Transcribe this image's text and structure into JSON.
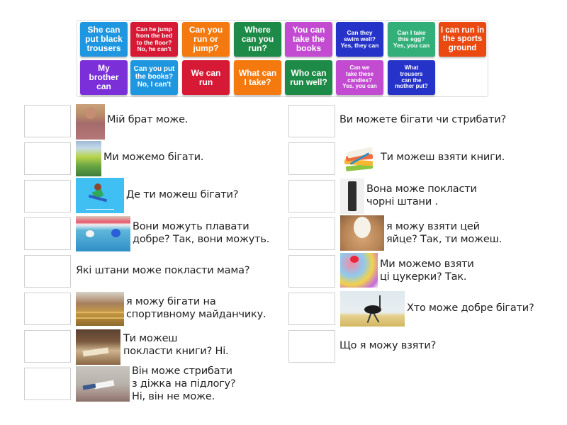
{
  "tiles": [
    {
      "label": "She can\nput black\ntrousers",
      "color": "#1f97e0"
    },
    {
      "label": "Can he jump\nfrom the bed\nto the floor?\nNo, he can't",
      "color": "#d61a35"
    },
    {
      "label": "Can you\nrun or\njump?",
      "color": "#f47a0f"
    },
    {
      "label": "Where\ncan you\nrun?",
      "color": "#1e8a47"
    },
    {
      "label": "You can\ntake the\nbooks",
      "color": "#c24bd1"
    },
    {
      "label": "Can they\nswim well?\nYes, they can",
      "color": "#2533c9"
    },
    {
      "label": "Can I take\nthis egg?\nYes, you can",
      "color": "#33b07a"
    },
    {
      "label": "I can run in\nthe sports\nground",
      "color": "#ea4a12"
    },
    {
      "label": "My\nbrother\ncan",
      "color": "#7a2fd9"
    },
    {
      "label": "Can you put\nthe books?\nNo, I can't",
      "color": "#1f97e0"
    },
    {
      "label": "We can\nrun",
      "color": "#d61a35"
    },
    {
      "label": "What can\nI take?",
      "color": "#f47a0f"
    },
    {
      "label": "Who can\nrun well?",
      "color": "#1e8a47"
    },
    {
      "label": "Can we\ntake these\ncandies?\nYes. you can",
      "color": "#c24bd1"
    },
    {
      "label": "What\ntrousers\ncan the\nmother put?",
      "color": "#2533c9"
    }
  ],
  "left_rows": [
    {
      "text": "Мій брат може.",
      "image": "brother-photo"
    },
    {
      "text": "Ми можемо бігати.",
      "image": "children-running-book"
    },
    {
      "text": "Де ти можеш бігати?",
      "image": "runner-illustration"
    },
    {
      "text": "Вони можуть плавати\nдобре? Так, вони можуть.",
      "image": "swimmers-photo"
    },
    {
      "text": "Які штани може покласти мама?",
      "image": null
    },
    {
      "text": "я можу бігати на\nспортивному майданчику.",
      "image": "sports-ground-photo"
    },
    {
      "text": "Ти можеш\nпокласти книги? Ні.",
      "image": "old-books-photo"
    },
    {
      "text": "Він може стрибати\nз діжка на підлогу?\nНі, він не може.",
      "image": "jumping-boy-photo"
    }
  ],
  "right_rows": [
    {
      "text": "Ви можете бігати чи стрибати?",
      "image": null
    },
    {
      "text": "Ти можеш взяти книги.",
      "image": "books-stack-icon"
    },
    {
      "text": "Вона може покласти\nчорні штани .",
      "image": "black-trousers-photo"
    },
    {
      "text": "я можу взяти цей\nяйце? Так, ти можеш.",
      "image": "eggs-photo"
    },
    {
      "text": "Ми можемо взяти\nці цукерки? Так.",
      "image": "candies-photo"
    },
    {
      "text": "Хто може добре бігати?",
      "image": "ostrich-photo"
    },
    {
      "text": "Що я можу взяти?",
      "image": null
    }
  ]
}
